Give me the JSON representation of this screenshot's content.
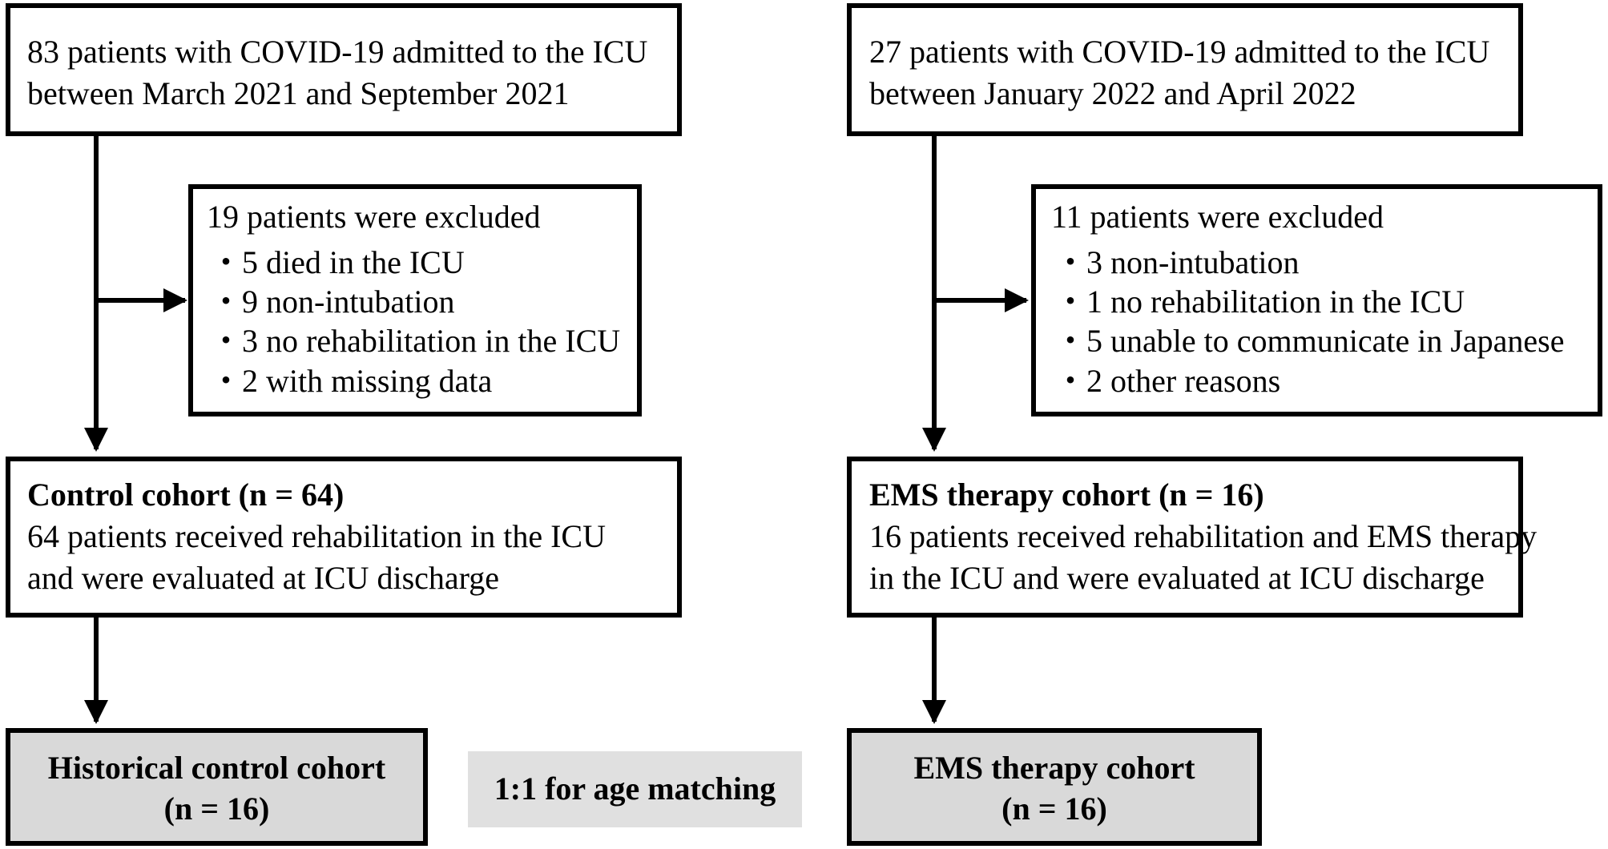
{
  "left": {
    "admitted": {
      "line1": "83 patients with COVID-19 admitted to the ICU",
      "line2": "between March 2021 and September 2021"
    },
    "excluded": {
      "title": "19 patients were excluded",
      "items": [
        "5 died in the ICU",
        "9 non-intubation",
        "3 no rehabilitation in the ICU",
        "2 with missing data"
      ]
    },
    "cohort": {
      "title": "Control cohort (n = 64)",
      "line1": "64 patients received rehabilitation in the ICU",
      "line2": "and were evaluated at ICU discharge"
    },
    "final": {
      "line1": "Historical control cohort",
      "line2": "(n = 16)"
    }
  },
  "right": {
    "admitted": {
      "line1": "27 patients with COVID-19 admitted to the ICU",
      "line2": "between January 2022 and April 2022"
    },
    "excluded": {
      "title": "11 patients were excluded",
      "items": [
        "3 non-intubation",
        "1 no rehabilitation in the ICU",
        "5 unable to communicate in Japanese",
        "2 other reasons"
      ]
    },
    "cohort": {
      "title": "EMS therapy cohort (n = 16)",
      "line1": "16 patients received rehabilitation and EMS therapy",
      "line2": "in the ICU and were evaluated at ICU discharge"
    },
    "final": {
      "line1": "EMS therapy cohort",
      "line2": "(n = 16)"
    }
  },
  "matching": {
    "label": "1:1 for age matching"
  },
  "colors": {
    "stroke": "#000000",
    "gray_box": "#d9d9d9",
    "matching_box": "#e0e0e0"
  }
}
